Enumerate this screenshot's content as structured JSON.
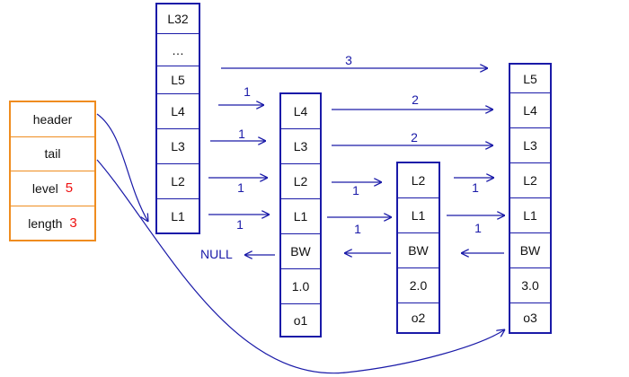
{
  "struct": {
    "header": "header",
    "tail": "tail",
    "level_label": "level",
    "level_value": "5",
    "length_label": "length",
    "length_value": "3"
  },
  "header_node": {
    "levels": [
      "L32",
      "…",
      "L5",
      "L4",
      "L3",
      "L2",
      "L1"
    ]
  },
  "nodes": [
    {
      "cells": [
        "L4",
        "L3",
        "L2",
        "L1",
        "BW",
        "1.0",
        "o1"
      ]
    },
    {
      "cells": [
        "L2",
        "L1",
        "BW",
        "2.0",
        "o2"
      ]
    },
    {
      "cells": [
        "L5",
        "L4",
        "L3",
        "L2",
        "L1",
        "BW",
        "3.0",
        "o3"
      ]
    }
  ],
  "null_label": "NULL",
  "spans": {
    "header_L5": "3",
    "header_L4": "1",
    "header_L3": "1",
    "header_L2": "1",
    "header_L1": "1",
    "o1_L4": "2",
    "o1_L3": "2",
    "o1_L2": "1",
    "o1_L1": "1",
    "o2_L2": "1",
    "o2_L1": "1"
  },
  "colors": {
    "node": "#1a1aa8",
    "struct": "#ef8c1f",
    "value": "#e11111"
  }
}
